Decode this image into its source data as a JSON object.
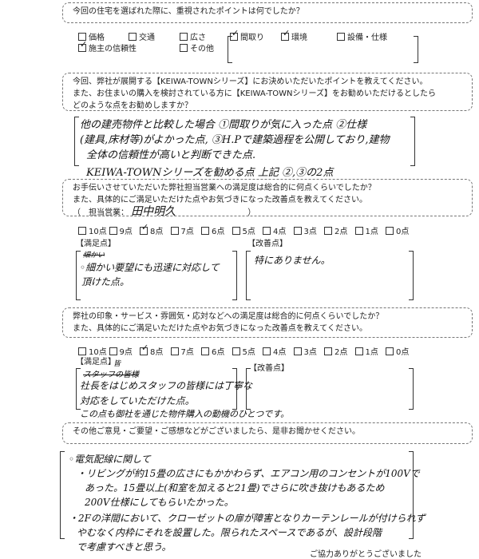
{
  "q1": {
    "question": "今回の住宅を選ばれた際に、重視されたポイントは何でしたか？",
    "options": [
      {
        "label": "価格",
        "checked": false
      },
      {
        "label": "交通",
        "checked": false
      },
      {
        "label": "広さ",
        "checked": false
      },
      {
        "label": "間取り",
        "checked": true
      },
      {
        "label": "環境",
        "checked": true
      },
      {
        "label": "設備・仕様",
        "checked": false
      },
      {
        "label": "施主の信頼性",
        "checked": true
      },
      {
        "label": "その他",
        "checked": false
      }
    ]
  },
  "q2": {
    "question": [
      "今回、弊社が展開する【KEIWA-TOWNシリーズ】にお決めいただいたポイントを教えてください。",
      "また、お住まいの購入を検討されている方に【KEIWA-TOWNシリーズ】をお勧めいただけるとしたら",
      "どのような点をお勧めしますか？"
    ],
    "answer": [
      "他の建売物件と比較した場合 ①間取りが気に入った点 ②仕様",
      "(建具,床材等)がよかった点, ③H.Pで建築過程を公開しており,建物",
      "全体の信頼性が高いと判断できた点.",
      "KEIWA-TOWNシリーズを勧める点 上記 ②,③の2点"
    ]
  },
  "q3": {
    "question": [
      "お手伝いさせていただいた弊社担当営業への満足度は総合的に何点くらいでしたか？",
      "また、具体的にご満足いただけた点やお気づきになった改善点を教えてください。"
    ],
    "sales_label": "（　担当営業：",
    "sales_name": "田中明久",
    "sales_close": "）",
    "scores": [
      "10点",
      "9点",
      "8点",
      "7点",
      "6点",
      "5点",
      "4点",
      "3点",
      "2点",
      "1点",
      "0点"
    ],
    "selected": "8点",
    "good_label": "【満足点】",
    "improve_label": "【改善点】",
    "good_struck": "細かい",
    "good": [
      "◦細かい要望にも迅速に対応して",
      "頂けた点。"
    ],
    "improve": "特にありません。"
  },
  "q4": {
    "question": [
      "弊社の印象・サービス・雰囲気・応対などへの満足度は総合的に何点くらいでしたか？",
      "また、具体的にご満足いただけた点やお気づきになった改善点を教えてください。"
    ],
    "scores": [
      "10点",
      "9点",
      "8点",
      "7点",
      "6点",
      "5点",
      "4点",
      "3点",
      "2点",
      "1点",
      "0点"
    ],
    "selected": "8点",
    "good_label": "【満足点】",
    "improve_label": "【改善点】",
    "good_struck": "スタッフの皆様",
    "good_insert": "皆",
    "good": [
      "社長をはじめスタッフの皆様には丁寧な",
      "対応をしていただけた点。",
      "この点も御社を通じた物件購入の動機のひとつです。"
    ],
    "improve": ""
  },
  "q5": {
    "question": "その他ご意見・ご要望・ご感想などがございましたら、是非お聞かせください。",
    "answer": [
      "◦電気配線に関して",
      "・リビングが約15畳の広さにもかかわらず、エアコン用のコンセントが100Vで",
      "あった。15畳以上(和室を加えると21畳)でさらに吹き抜けもあるため",
      "200V仕様にしてもらいたかった。",
      "・2Fの洋間において、クローゼットの扉が障害となりカーテンレールが付けられず",
      "やむなく内枠にそれを設置した。限られたスペースであるが、設計段階",
      "で考慮すべきと思う。"
    ],
    "thanks": "ご協力ありがとうございました"
  }
}
